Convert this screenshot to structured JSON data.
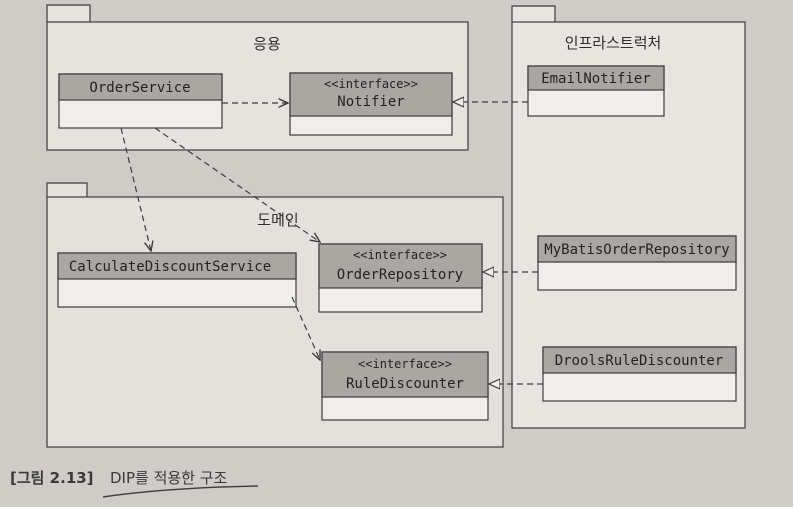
{
  "packages": {
    "application": {
      "title": "응용"
    },
    "domain": {
      "title": "도메인"
    },
    "infrastructure": {
      "title": "인프라스트럭처"
    }
  },
  "classes": {
    "order_service": {
      "name": "OrderService"
    },
    "notifier": {
      "stereotype": "<<interface>>",
      "name": "Notifier"
    },
    "email_notifier": {
      "name": "EmailNotifier"
    },
    "calculate_discount_service": {
      "name": "CalculateDiscountService"
    },
    "order_repository": {
      "stereotype": "<<interface>>",
      "name": "OrderRepository"
    },
    "rule_discounter": {
      "stereotype": "<<interface>>",
      "name": "RuleDiscounter"
    },
    "mybatis_order_repository": {
      "name": "MyBatisOrderRepository"
    },
    "drools_rule_discounter": {
      "name": "DroolsRuleDiscounter"
    }
  },
  "caption": {
    "number": "[그림 2.13]",
    "text": "DIP를 적용한 구조"
  },
  "colors": {
    "page": "#cfcbc6",
    "box_fill": "#ebe9e6",
    "header_fill": "#a9a6a2",
    "line": "#3c3c3c"
  }
}
